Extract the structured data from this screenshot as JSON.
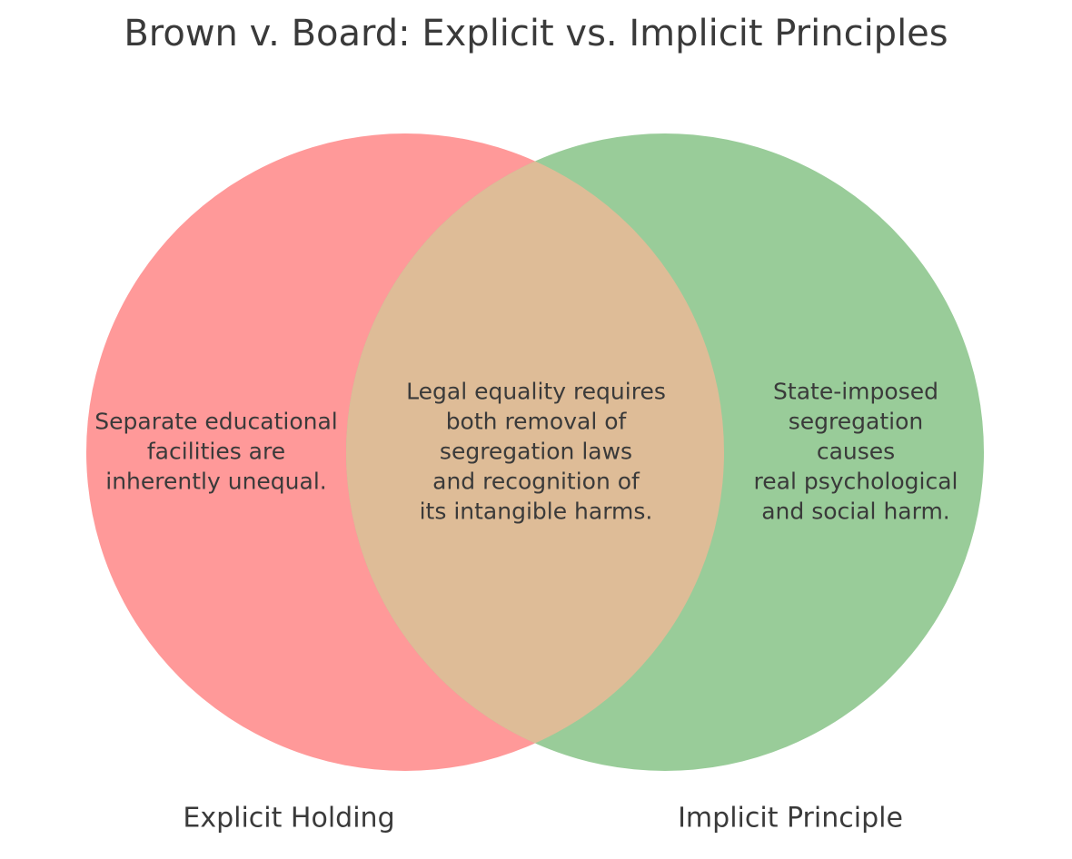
{
  "title": "Brown v. Board: Explicit vs. Implicit Principles",
  "venn": {
    "left": {
      "label": "Explicit Holding",
      "text": "Separate educational\nfacilities are\ninherently unequal.",
      "color": "#ff9999"
    },
    "right": {
      "label": "Implicit Principle",
      "text": "State-imposed\nsegregation causes\nreal psychological\nand social harm.",
      "color": "#99cc99"
    },
    "overlap": {
      "text": "Legal equality requires\nboth removal of\nsegregation laws\nand recognition of\nits intangible harms.",
      "color": "#debc97"
    },
    "text_color": "#3a3a3a",
    "background_color": "#ffffff"
  }
}
